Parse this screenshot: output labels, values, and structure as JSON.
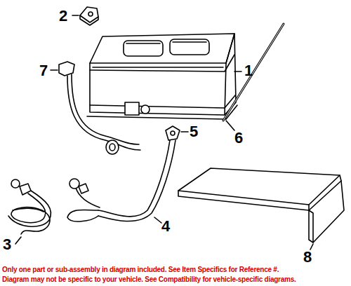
{
  "diagram": {
    "labels": [
      "2",
      "7",
      "1",
      "5",
      "6",
      "3",
      "4",
      "8",
      "Only one part or sub-assembly in diagram included. See Item Specifics for Reference #.",
      "Diagram may not be specific to your vehicle. See Compatibility for vehicle-specific diagrams."
    ]
  }
}
